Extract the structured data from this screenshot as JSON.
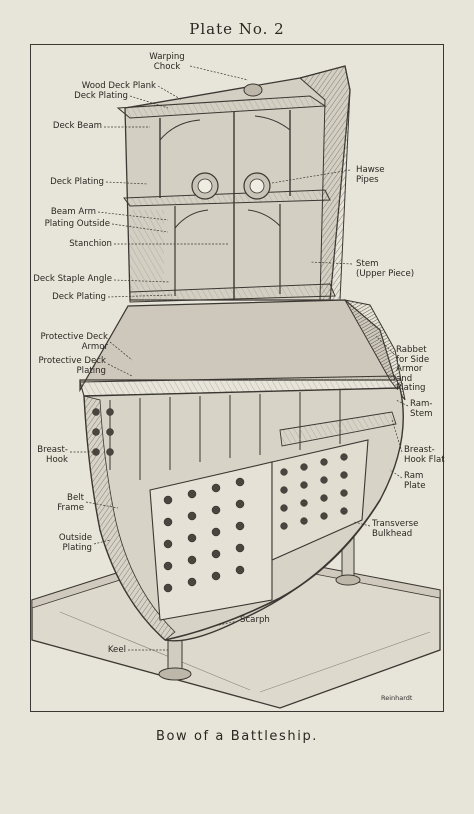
{
  "plate_title": "Plate No. 2",
  "caption": "Bow of a Battleship.",
  "artist_signature": "Reinhardt",
  "labels": {
    "warping_chock": "Warping\nChock",
    "wood_deck_plank": "Wood Deck Plank",
    "deck_plating_top": "Deck Plating",
    "deck_beam": "Deck Beam",
    "hawse_pipes": "Hawse\nPipes",
    "deck_plating_2": "Deck Plating",
    "beam_arm": "Beam Arm",
    "plating_outside_upper": "Plating Outside",
    "stanchion": "Stanchion",
    "stem_upper": "Stem\n(Upper Piece)",
    "deck_staple_angle": "Deck Staple Angle",
    "deck_plating_3": "Deck Plating",
    "protective_deck_armor": "Protective Deck\nArmor",
    "protective_deck_plating": "Protective Deck\nPlating",
    "rabbet": "Rabbet\nfor Side\nArmor\nand\nPlating",
    "ram_stem": "Ram-\nStem",
    "breast_hook": "Breast-\nHook",
    "breast_hook_flat": "Breast-\nHook Flat",
    "ram_plate": "Ram\nPlate",
    "belt_frame": "Belt\nFrame",
    "outside_plating": "Outside\nPlating",
    "transverse_bulkhead": "Transverse\nBulkhead",
    "scarph": "Scarph",
    "keel": "Keel"
  }
}
